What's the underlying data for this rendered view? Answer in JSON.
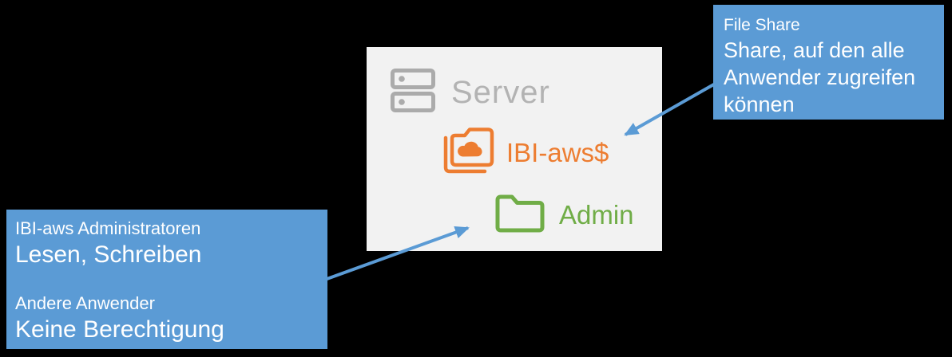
{
  "panel": {
    "title": "Server",
    "share": {
      "label": "IBI-aws$",
      "icon": "shared-cloud-folder-icon"
    },
    "admin": {
      "label": "Admin",
      "icon": "folder-icon"
    },
    "server_icon": "server-icon"
  },
  "callout_file_share": {
    "heading": "File Share",
    "body": "Share, auf den alle Anwender zugreifen können"
  },
  "callout_permissions": {
    "group1_name": "IBI-aws Administratoren",
    "group1_rights": "Lesen, Schreiben",
    "group2_name": "Andere Anwender",
    "group2_rights": "Keine Berechtigung"
  },
  "colors": {
    "background": "#000000",
    "panel_bg": "#F2F2F2",
    "callout_bg": "#5B9BD5",
    "callout_text": "#FFFFFF",
    "server_gray": "#ABABAB",
    "share_orange": "#ED7D31",
    "admin_green": "#70AD47",
    "arrow_blue": "#5B9BD5"
  }
}
